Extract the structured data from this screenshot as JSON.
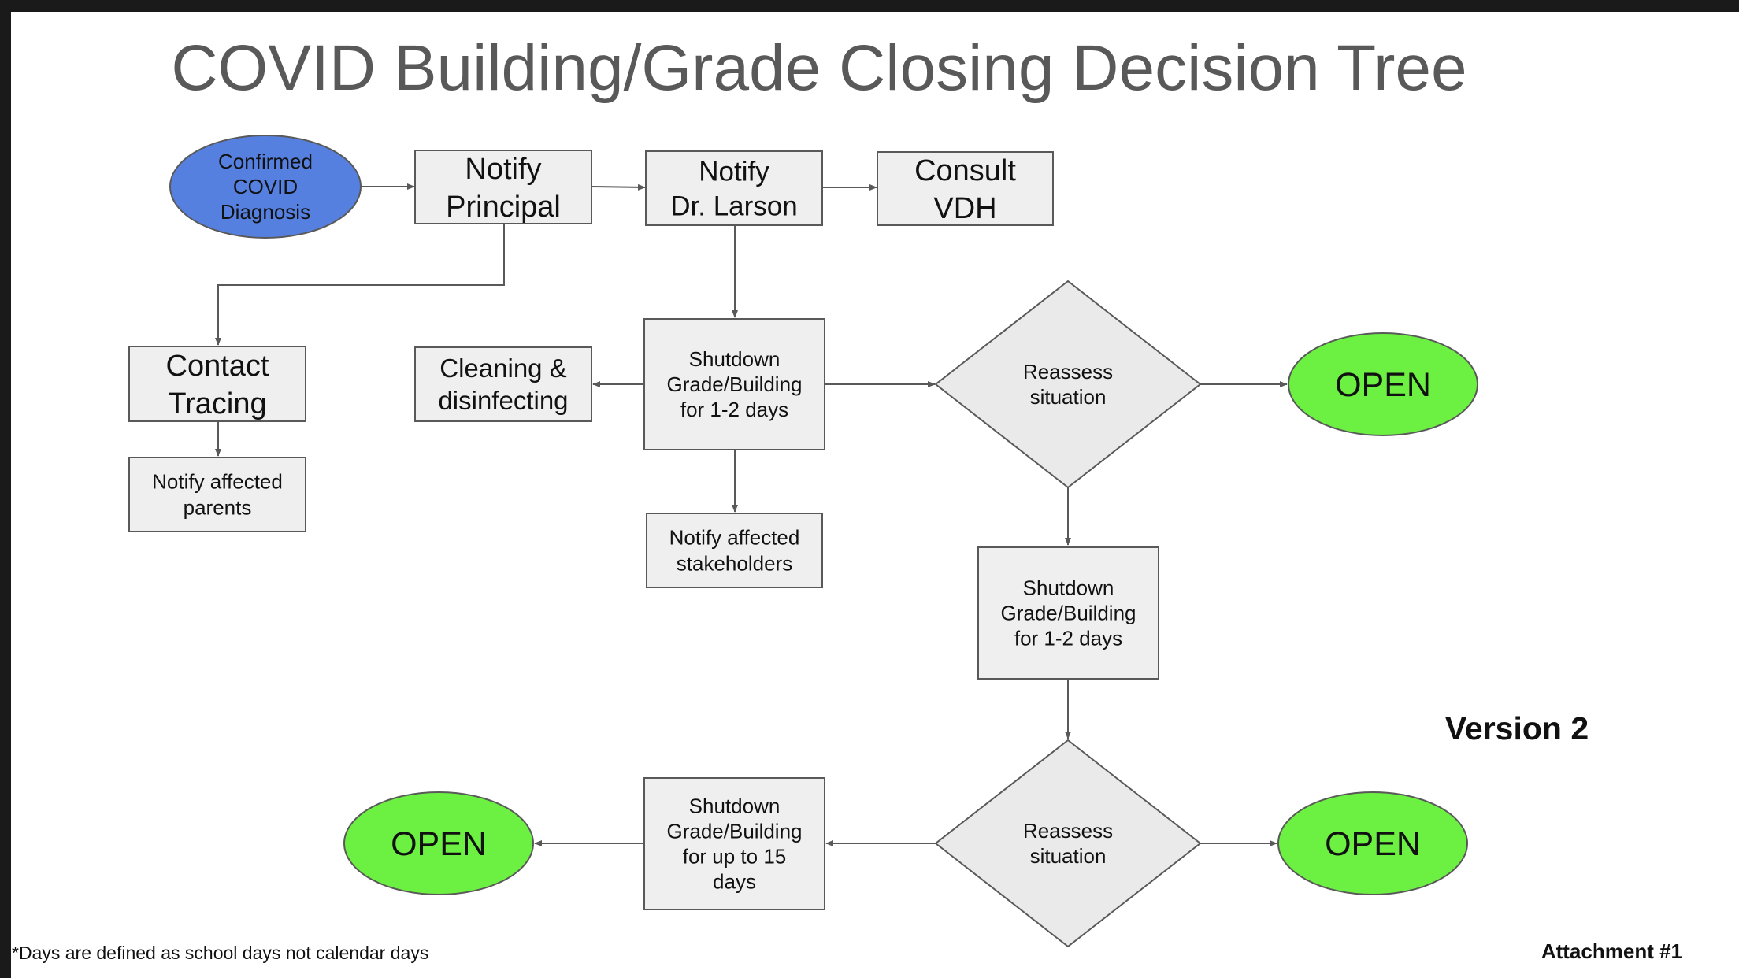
{
  "title": "COVID Building/Grade Closing Decision Tree",
  "colors": {
    "start_node": "#5580e0",
    "open_node": "#6cf041",
    "box_fill": "#efefef",
    "diamond_fill": "#eaeaea",
    "line": "#595959",
    "title": "#595959"
  },
  "nodes": {
    "confirmed_diagnosis": [
      "Confirmed",
      "COVID",
      "Diagnosis"
    ],
    "notify_principal": [
      "Notify",
      "Principal"
    ],
    "notify_larson": [
      "Notify",
      "Dr. Larson"
    ],
    "consult_vdh": [
      "Consult",
      "VDH"
    ],
    "contact_tracing": [
      "Contact",
      "Tracing"
    ],
    "notify_parents": [
      "Notify affected",
      "parents"
    ],
    "cleaning": [
      "Cleaning &",
      "disinfecting"
    ],
    "shutdown_1": [
      "Shutdown",
      "Grade/Building",
      "for 1-2 days"
    ],
    "notify_stakeholders": [
      "Notify affected",
      "stakeholders"
    ],
    "reassess_1": [
      "Reassess",
      "situation"
    ],
    "open_1": [
      "OPEN"
    ],
    "shutdown_2": [
      "Shutdown",
      "Grade/Building",
      "for 1-2 days"
    ],
    "reassess_2": [
      "Reassess",
      "situation"
    ],
    "shutdown_15": [
      "Shutdown",
      "Grade/Building",
      "for up to 15",
      "days"
    ],
    "open_2": [
      "OPEN"
    ],
    "open_3": [
      "OPEN"
    ]
  },
  "version_label": "Version 2",
  "footnote": "*Days are defined as school days not calendar days",
  "attachment_label": "Attachment #1"
}
